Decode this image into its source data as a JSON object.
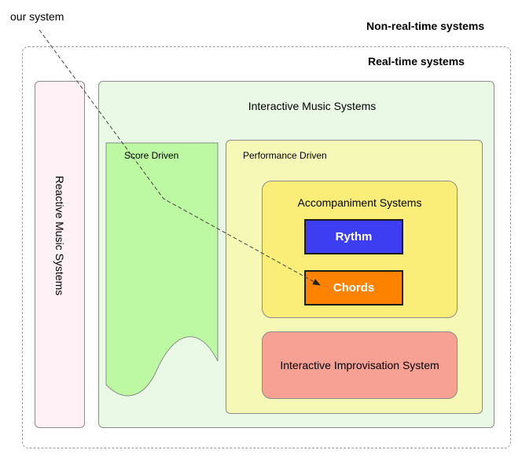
{
  "labels": {
    "our_system": "our system",
    "non_real_time": "Non-real-time systems",
    "real_time": "Real-time systems",
    "reactive": "Reactive Music Systems",
    "interactive": "Interactive Music Systems",
    "score_driven": "Score Driven",
    "performance_driven": "Performance Driven",
    "accompaniment": "Accompaniment Systems",
    "rythm": "Rythm",
    "chords": "Chords",
    "improvisation": "Interactive Improvisation System"
  },
  "colors": {
    "reactive_fill": "#fff1f6",
    "interactive_fill": "#e9f9e5",
    "score_fill": "#bdf8a3",
    "performance_fill": "#f6f8b6",
    "accompaniment_fill": "#faee78",
    "rythm_fill": "#3d3df2",
    "chords_fill": "#fd8200",
    "improvisation_fill": "#f7a094"
  }
}
